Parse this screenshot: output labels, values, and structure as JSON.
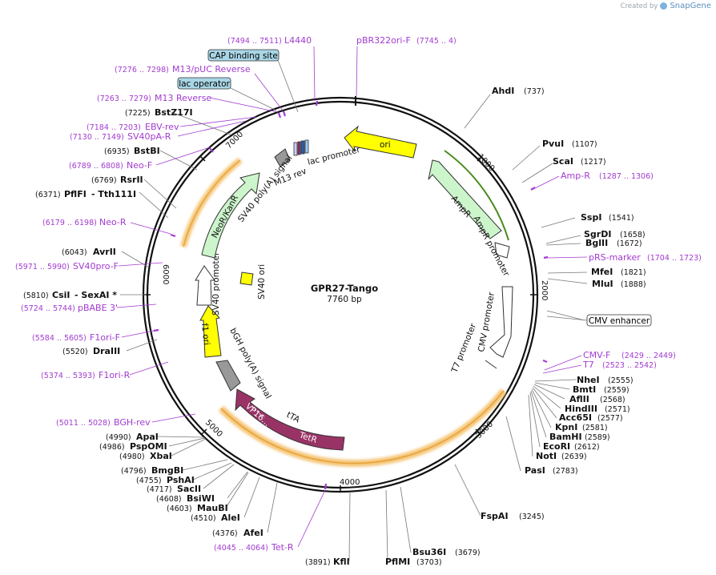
{
  "credit": {
    "prefix": "Created by",
    "brand": "SnapGene",
    "icon": "snapgene-logo-icon"
  },
  "map": {
    "name": "GPR27-Tango",
    "length": "7760 bp",
    "total_bp": 7760
  },
  "ticks": [
    "1000",
    "2000",
    "3000",
    "4000",
    "5000",
    "6000",
    "7000"
  ],
  "boxed": [
    {
      "label": "CAP binding site",
      "color": "#a9d6e6"
    },
    {
      "label": "lac operator",
      "color": "#a9d6e6"
    },
    {
      "label": "CMV enhancer",
      "color": "#ffffff"
    }
  ],
  "sites_right": [
    {
      "name": "AhdI",
      "pos": "(737)"
    },
    {
      "name": "PvuI",
      "pos": "(1107)"
    },
    {
      "name": "ScaI",
      "pos": "(1217)"
    },
    {
      "name": "SspI",
      "pos": "(1541)"
    },
    {
      "name": "SgrDI",
      "pos": "(1658)"
    },
    {
      "name": "BglII",
      "pos": "(1672)"
    },
    {
      "name": "MfeI",
      "pos": "(1821)"
    },
    {
      "name": "MluI",
      "pos": "(1888)"
    },
    {
      "name": "NheI",
      "pos": "(2555)"
    },
    {
      "name": "BmtI",
      "pos": "(2559)"
    },
    {
      "name": "AflII",
      "pos": "(2568)"
    },
    {
      "name": "HindIII",
      "pos": "(2571)"
    },
    {
      "name": "Acc65I",
      "pos": "(2577)"
    },
    {
      "name": "KpnI",
      "pos": "(2581)"
    },
    {
      "name": "BamHI",
      "pos": "(2589)"
    },
    {
      "name": "EcoRI",
      "pos": "(2612)"
    },
    {
      "name": "NotI",
      "pos": "(2639)"
    },
    {
      "name": "PasI",
      "pos": "(2783)"
    },
    {
      "name": "FspAI",
      "pos": "(3245)"
    }
  ],
  "sites_bottom": [
    {
      "name": "Bsu36I",
      "pos": "(3679)"
    },
    {
      "name": "PflMI",
      "pos": "(3703)"
    },
    {
      "name": "KflI",
      "pos": "(3891)"
    }
  ],
  "sites_left": [
    {
      "name": "AfeI",
      "pos": "(4376)"
    },
    {
      "name": "AleI",
      "pos": "(4510)"
    },
    {
      "name": "MauBI",
      "pos": "(4603)"
    },
    {
      "name": "BsiWI",
      "pos": "(4608)"
    },
    {
      "name": "SacII",
      "pos": "(4717)"
    },
    {
      "name": "PshAI",
      "pos": "(4755)"
    },
    {
      "name": "BmgBI",
      "pos": "(4796)"
    },
    {
      "name": "XbaI",
      "pos": "(4980)"
    },
    {
      "name": "PspOMI",
      "pos": "(4986)"
    },
    {
      "name": "ApaI",
      "pos": "(4990)"
    },
    {
      "name": "DraIII",
      "pos": "(5520)"
    },
    {
      "name": "CsiI",
      "pos": "(5810)"
    },
    {
      "name": "- SexAI *",
      "pos": ""
    },
    {
      "name": "AvrII",
      "pos": "(6043)"
    },
    {
      "name": "PflFI",
      "pos": "(6371)"
    },
    {
      "name": "- Tth111I",
      "pos": ""
    },
    {
      "name": "RsrII",
      "pos": "(6769)"
    },
    {
      "name": "BstBI",
      "pos": "(6935)"
    },
    {
      "name": "BstZ17I",
      "pos": "(7225)"
    }
  ],
  "primers": [
    {
      "name": "L4440",
      "pos": "(7494 .. 7511)"
    },
    {
      "name": "pBR322ori-F",
      "pos": "(7745 .. 4)"
    },
    {
      "name": "M13/pUC Reverse",
      "pos": "(7276 .. 7298)"
    },
    {
      "name": "M13 Reverse",
      "pos": "(7263 .. 7279)"
    },
    {
      "name": "EBV-rev",
      "pos": "(7184 .. 7203)"
    },
    {
      "name": "SV40pA-R",
      "pos": "(7130 .. 7149)"
    },
    {
      "name": "Neo-F",
      "pos": "(6789 .. 6808)"
    },
    {
      "name": "Neo-R",
      "pos": "(6179 .. 6198)"
    },
    {
      "name": "SV40pro-F",
      "pos": "(5971 .. 5990)"
    },
    {
      "name": "pBABE 3'",
      "pos": "(5724 .. 5744)"
    },
    {
      "name": "F1ori-F",
      "pos": "(5584 .. 5605)"
    },
    {
      "name": "F1ori-R",
      "pos": "(5374 .. 5393)"
    },
    {
      "name": "BGH-rev",
      "pos": "(5011 .. 5028)"
    },
    {
      "name": "Tet-R",
      "pos": "(4045 .. 4064)"
    },
    {
      "name": "Amp-R",
      "pos": "(1287 .. 1306)"
    },
    {
      "name": "pRS-marker",
      "pos": "(1704 .. 1723)"
    },
    {
      "name": "CMV-F",
      "pos": "(2429 .. 2449)"
    },
    {
      "name": "T7",
      "pos": "(2523 .. 2542)"
    }
  ],
  "features": [
    {
      "label": "ori",
      "color": "#ffff00"
    },
    {
      "label": "AmpR",
      "color": "#ccf5cc"
    },
    {
      "label": "AmpR promoter",
      "color": "#ffffff"
    },
    {
      "label": "CMV promoter",
      "color": "#ffffff"
    },
    {
      "label": "T7 promoter",
      "color": "#ffffff"
    },
    {
      "label": "tTA",
      "color": "#993366"
    },
    {
      "label": "VP16...",
      "color": "#993366"
    },
    {
      "label": "TetR",
      "color": "#993366"
    },
    {
      "label": "bGH poly(A) signal",
      "color": "#999999"
    },
    {
      "label": "f1 ori",
      "color": "#ffff00"
    },
    {
      "label": "SV40 promoter",
      "color": "#ffffff"
    },
    {
      "label": "SV40 ori",
      "color": "#ffff00"
    },
    {
      "label": "NeoR/KanR",
      "color": "#ccf5cc"
    },
    {
      "label": "SV40 poly(A) signal",
      "color": "#999999"
    },
    {
      "label": "M13 rev",
      "color": "#ffffff"
    },
    {
      "label": "lac promoter",
      "color": "#ffffff"
    }
  ],
  "colors": {
    "primer": "#a23bd0",
    "orf_highlight": "#f5c77a",
    "orf_line": "#4a8a1a"
  }
}
